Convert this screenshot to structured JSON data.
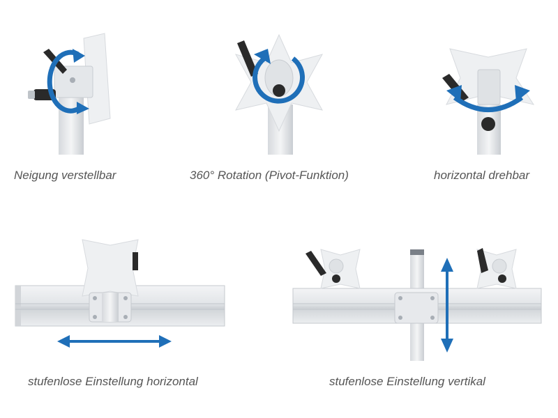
{
  "captions": {
    "tilt": "Neigung verstellbar",
    "rotation": "360° Rotation (Pivot-Funktion)",
    "swivel": "horizontal drehbar",
    "horizontal": "stufenlose Einstellung horizontal",
    "vertical": "stufenlose Einstellung vertikal"
  },
  "colors": {
    "arrow_blue": "#1f6fb8",
    "metal_light": "#eef0f2",
    "metal_mid": "#d3d7dc",
    "metal_dark": "#9aa0a8",
    "handle_black": "#2a2a2a",
    "caption_gray": "#555555"
  }
}
